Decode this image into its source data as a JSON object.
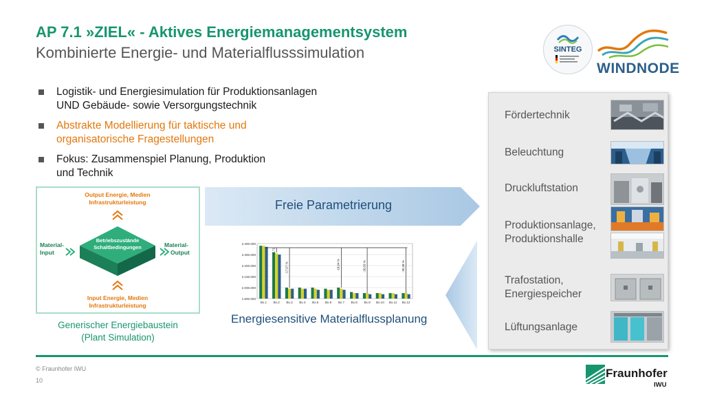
{
  "header": {
    "title": "AP 7.1 »ZIEL« - Aktives Energiemanagementsystem",
    "subtitle": "Kombinierte Energie- und Materialflusssimulation"
  },
  "logos": {
    "sinteg": "SINTEG",
    "windnode": "WINDNODE"
  },
  "bullets": [
    {
      "line1": "Logistik- und Energiesimulation für Produktionsanlagen",
      "line2": "UND Gebäude- sowie Versorgungstechnik"
    },
    {
      "line1": "Abstrakte Modellierung für taktische und",
      "line2": "organisatorische Fragestellungen"
    },
    {
      "line1": "Fokus: Zusammenspiel Planung, Produktion",
      "line2": "und Technik"
    }
  ],
  "block_diagram": {
    "top_line1": "Output Energie, Medien",
    "top_line2": "Infrastrukturleistung",
    "bottom_line1": "Input Energie, Medien",
    "bottom_line2": "Infrastrukturleistung",
    "left_line1": "Material-",
    "left_line2": "Input",
    "right_line1": "Material-",
    "right_line2": "Output",
    "center_line1": "Betriebszustände",
    "center_line2": "Schaltbedingungen",
    "caption_line1": "Generischer Energiebaustein",
    "caption_line2": "(Plant Simulation)"
  },
  "arrow_label": "Freie Parametrierung",
  "chart_caption": "Energiesensitive Materialflussplanung",
  "panel_items": [
    {
      "label": "Fördertechnik"
    },
    {
      "label": "Beleuchtung"
    },
    {
      "label": "Druckluftstation"
    },
    {
      "label": "Produktionsanlage,",
      "label2": "Produktionshalle"
    },
    {
      "label": "Trafostation,",
      "label2": "Energiespeicher"
    },
    {
      "label": "Lüftungsanlage"
    }
  ],
  "footer": {
    "copyright": "© Fraunhofer IWU",
    "page": "10",
    "org": "Fraunhofer",
    "institute": "IWU"
  },
  "colors": {
    "accent_green": "#17956f",
    "accent_orange": "#e2780d",
    "text_blue": "#1f4f7a",
    "bar_green": "#1d7a4b",
    "bar_yellow": "#d9d22b",
    "bar_blue": "#2d5f8a"
  },
  "chart_data": {
    "type": "bar",
    "categories": [
      "Bx.1",
      "Bx.2",
      "Bx.3",
      "Bx.4",
      "Bx.5",
      "Bx.6",
      "Bx.7",
      "Bx.8",
      "Bx.9",
      "Bx.10",
      "Bx.11",
      "Bx.12"
    ],
    "series": [
      {
        "values": [
          2380000,
          2320000,
          2000000,
          2000000,
          2000000,
          1990000,
          2000000,
          1960000,
          1950000,
          1950000,
          1950000,
          1950000
        ]
      },
      {
        "values": [
          2380000,
          2310000,
          1990000,
          1990000,
          1990000,
          1980000,
          1990000,
          1950000,
          1950000,
          1950000,
          1950000,
          1950000
        ]
      },
      {
        "values": [
          2370000,
          2300000,
          1990000,
          1990000,
          1980000,
          1980000,
          1980000,
          1950000,
          1940000,
          1940000,
          1940000,
          1940000
        ]
      }
    ],
    "yticks": [
      "2.400.000",
      "2.300.000",
      "2.200.000",
      "2.100.000",
      "2.000.000",
      "1.900.000"
    ],
    "ylim": [
      1900000,
      2400000
    ],
    "annotations": [
      "-2,71",
      "-17,07 %",
      "-18,04 %",
      "-20,03 %",
      "-20,28 %"
    ],
    "grid": true
  }
}
